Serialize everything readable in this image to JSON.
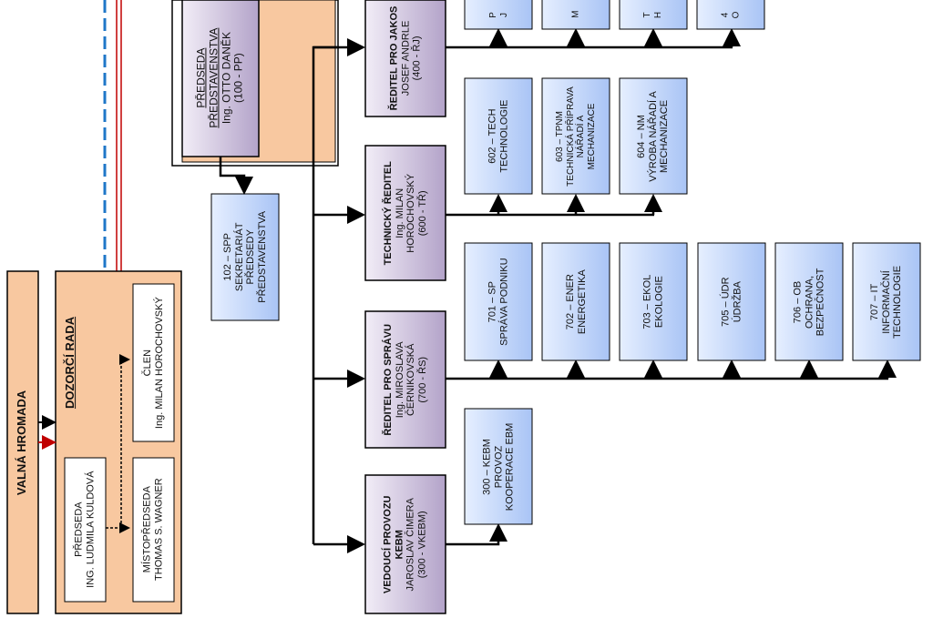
{
  "valna_hromada": {
    "label": "VALNÁ HROMADA"
  },
  "dozorci_rada": {
    "title": "DOZORČÍ RADA",
    "predseda": {
      "role": "PŘEDSEDA",
      "name": "ING. LUDMILA KULDOVÁ"
    },
    "mistopredseda": {
      "role": "MÍSTOPŘEDSEDA",
      "name": "THOMAS S. WAGNER"
    },
    "clen": {
      "role": "ČLEN",
      "name": "Ing. MILAN HOROCHOVSKÝ"
    }
  },
  "predstavenstvo": {
    "title1": "PŘEDSEDA",
    "title2": "PŘEDSTAVENSTVA",
    "name": "Ing. OTTO DANĚK",
    "code": "(100 - PP)"
  },
  "sekretariat": {
    "code": "102 – SPP",
    "line1": "SEKRETARIÁT",
    "line2": "PŘEDSEDY",
    "line3": "PŘEDSTAVENSTVA"
  },
  "directors": [
    {
      "key": "jakost",
      "l1": "ŘEDITEL PRO JAKOS",
      "l2": "JOSEF ANDRLE",
      "l3": "(400 - ŘJ)"
    },
    {
      "key": "tech",
      "l1": "TECHNICKÝ ŘEDITEL",
      "l2": "Ing. MILAN",
      "l3": "HOROCHOVSKÝ",
      "l4": "(600 - TŘ)"
    },
    {
      "key": "sprava",
      "l1": "ŘEDITEL PRO SPRÁVU",
      "l2": "Ing. MIROSLAVA",
      "l3": "ČERNIKOVSKÁ",
      "l4": "(700 - ŘS)"
    },
    {
      "key": "kebm",
      "l1": "VEDOUCÍ PROVOZU",
      "l2": "KEBM",
      "l3": "JAROSLAV ČIMERA",
      "l4": "(300 - VKEBM)"
    }
  ],
  "departments_top": [
    {
      "t1": "P",
      "t2": "J"
    },
    {
      "t1": "M",
      "t2": ""
    },
    {
      "t1": "T",
      "t2": "H"
    },
    {
      "t1": "4",
      "t2": "O"
    }
  ],
  "departments_600": [
    {
      "code": "602 – TECH",
      "l1": "TECHNOLOGIE"
    },
    {
      "code": "603 – TPNM",
      "l1": "TECHNICKÁ PŘÍPRAVA",
      "l2": "NÁŘADÍ A",
      "l3": "MECHANIZACE"
    },
    {
      "code": "604 – NM",
      "l1": "VÝROBA NÁŘADÍ A",
      "l2": "MECHANIZACE"
    }
  ],
  "departments_700": [
    {
      "code": "701 – SP",
      "l1": "SPRÁVA PODNIKU"
    },
    {
      "code": "702 – ENER",
      "l1": "ENERGETIKA"
    },
    {
      "code": "703 – EKOL",
      "l1": "EKOLOGIE"
    },
    {
      "code": "705 – ÚDR",
      "l1": "ÚDRŽBA"
    },
    {
      "code": "706 – OB",
      "l1": "OCHRANA,",
      "l2": "BEZPEČNOST"
    },
    {
      "code": "707 – IT",
      "l1": "INFORMAČNÍ",
      "l2": "TECHNOLOGIE"
    }
  ],
  "department_300": {
    "code": "300 – KEBM",
    "l1": "PROVOZ",
    "l2": "KOOPERACE EBM"
  }
}
